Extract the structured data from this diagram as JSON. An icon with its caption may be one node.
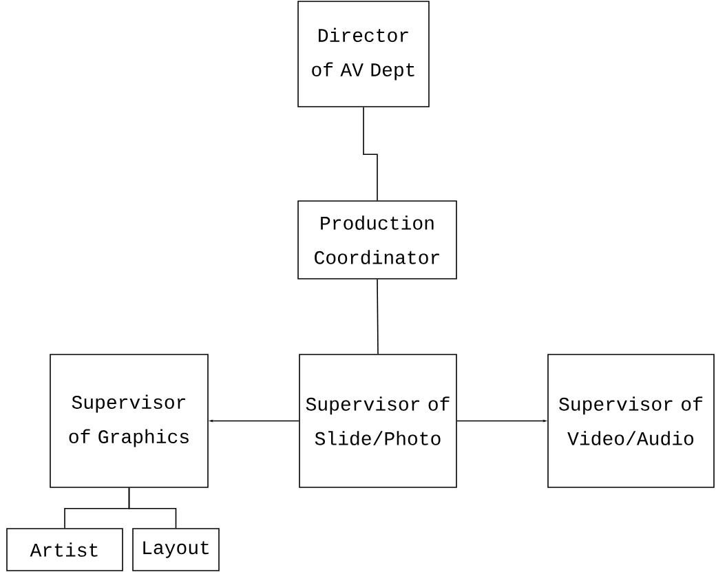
{
  "diagram": {
    "nodes": [
      {
        "text": [
          "Director of AV Dept"
        ]
      },
      {
        "text": [
          "Production Coordinator"
        ]
      },
      {
        "text": [
          "Supervisor of Graphics"
        ]
      },
      {
        "text": [
          "Supervisor of Slide/Photo"
        ]
      },
      {
        "text": [
          "Supervisor of Video/Audio"
        ]
      },
      {
        "text": [
          "Artist"
        ]
      },
      {
        "text": [
          "Layout"
        ]
      }
    ],
    "edges": [
      {
        "from": 0,
        "to": 1,
        "arrow": "none"
      },
      {
        "from": 1,
        "to": 3,
        "arrow": "none"
      },
      {
        "from": 3,
        "to": 2,
        "arrow": "to"
      },
      {
        "from": 3,
        "to": 4,
        "arrow": "to"
      },
      {
        "from": 2,
        "to": 5,
        "arrow": "none"
      },
      {
        "from": 2,
        "to": 6,
        "arrow": "none"
      }
    ]
  }
}
